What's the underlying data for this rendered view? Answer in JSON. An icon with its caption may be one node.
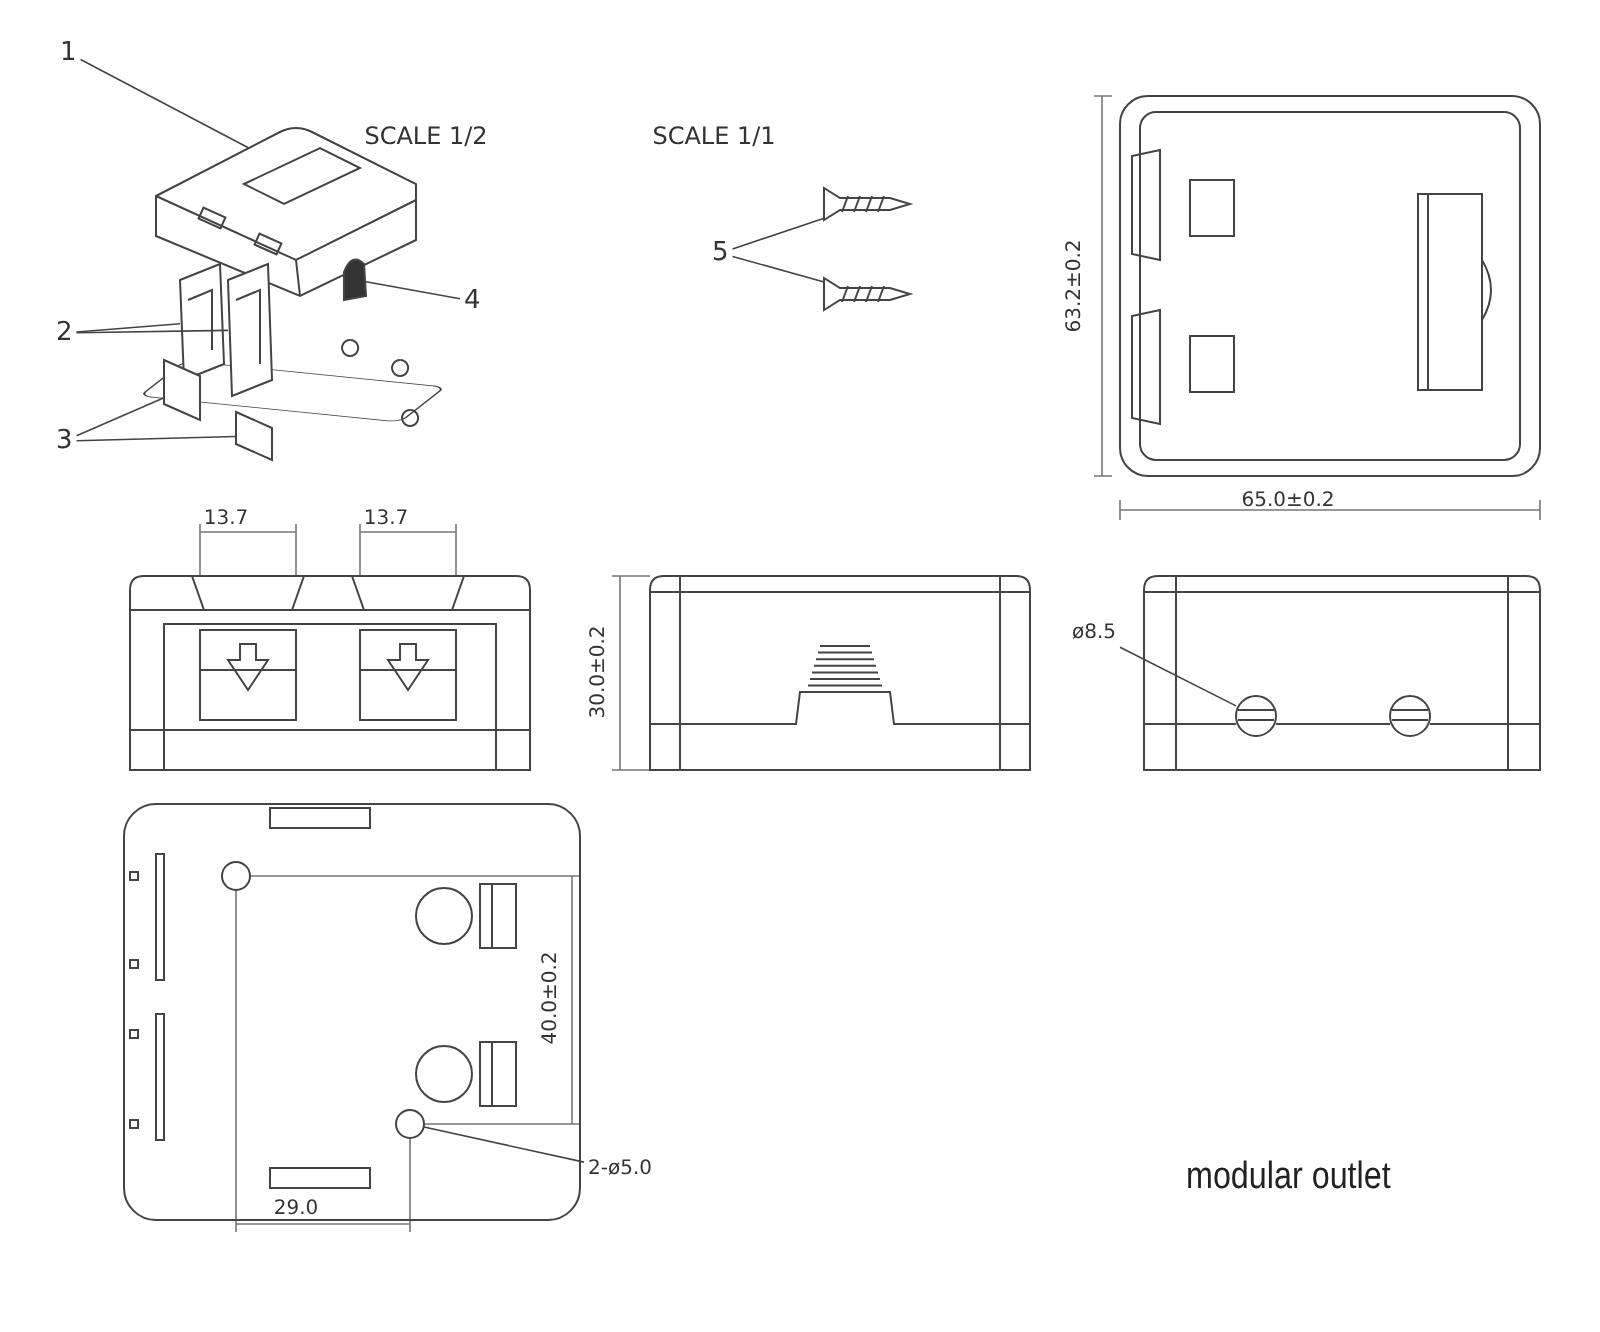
{
  "diagram": {
    "caption": "modular outlet",
    "nodes": [
      {
        "text": [
          "1"
        ]
      },
      {
        "text": [
          "2"
        ]
      },
      {
        "text": [
          "3"
        ]
      },
      {
        "text": [
          "4"
        ]
      },
      {
        "text": [
          "5"
        ]
      },
      {
        "text": [
          "ø8.5"
        ]
      },
      {
        "text": [
          "2-ø5.0"
        ]
      },
      {
        "text": [],
        "shape": "box"
      },
      {
        "text": [],
        "shape": "box"
      },
      {
        "text": [],
        "shape": "box"
      },
      {
        "text": [],
        "shape": "box"
      },
      {
        "text": [],
        "shape": "box"
      },
      {
        "text": [],
        "shape": "box"
      },
      {
        "text": [],
        "shape": "picture"
      },
      {
        "text": [],
        "shape": "picture"
      },
      {
        "text": [],
        "shape": "circle"
      },
      {
        "text": [],
        "shape": "circle"
      }
    ],
    "edges": [
      {
        "from": 0,
        "to": 7,
        "arrow": "none"
      },
      {
        "from": 1,
        "to": 8,
        "arrow": "none"
      },
      {
        "from": 1,
        "to": 9,
        "arrow": "none"
      },
      {
        "from": 2,
        "to": 10,
        "arrow": "none"
      },
      {
        "from": 2,
        "to": 11,
        "arrow": "none"
      },
      {
        "from": 3,
        "to": 12,
        "arrow": "none"
      },
      {
        "from": 4,
        "to": 13,
        "arrow": "none"
      },
      {
        "from": 4,
        "to": 14,
        "arrow": "none"
      },
      {
        "from": 5,
        "to": 15,
        "arrow": "none"
      },
      {
        "from": 6,
        "to": 16,
        "arrow": "none"
      }
    ],
    "labels": [
      "SCALE 1/2",
      "SCALE 1/1",
      "63.2±0.2",
      "65.0±0.2",
      "13.7",
      "13.7",
      "30.0±0.2",
      "40.0±0.2",
      "29.0"
    ]
  }
}
